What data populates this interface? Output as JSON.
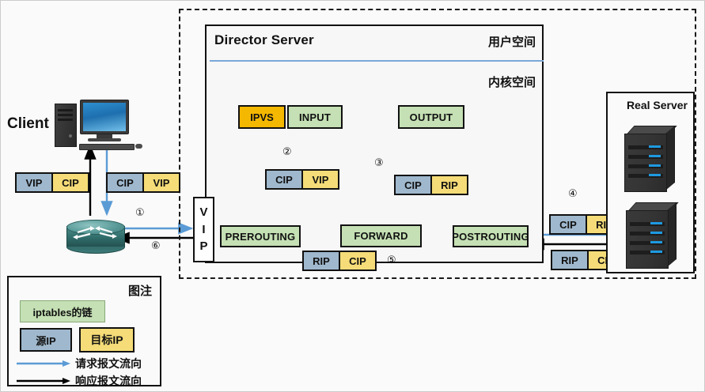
{
  "diagram": {
    "title_director": "Director Server",
    "label_user_space": "用户空间",
    "label_kernel_space": "内核空间",
    "label_client": "Client",
    "label_real_server": "Real Server",
    "chains": {
      "input": "INPUT",
      "output": "OUTPUT",
      "prerouting": "PREROUTING",
      "forward": "FORWARD",
      "postrouting": "POSTROUTING"
    },
    "ipvs": "IPVS",
    "vip_vertical": [
      "V",
      "I",
      "P"
    ],
    "packets": {
      "resp_to_client": {
        "src": "VIP",
        "dst": "CIP"
      },
      "req_from_client": {
        "src": "CIP",
        "dst": "VIP"
      },
      "cip_vip": {
        "src": "CIP",
        "dst": "VIP"
      },
      "cip_rip": {
        "src": "CIP",
        "dst": "RIP"
      },
      "rip_cip_mid": {
        "src": "RIP",
        "dst": "CIP"
      },
      "cip_rip_rs": {
        "src": "CIP",
        "dst": "RIP"
      },
      "rip_cip_rs": {
        "src": "RIP",
        "dst": "CIP"
      }
    },
    "steps": {
      "s1": "①",
      "s2": "②",
      "s3": "③",
      "s4": "④",
      "s5": "⑤",
      "s6": "⑥"
    }
  },
  "legend": {
    "title": "图注",
    "chain_label": "iptables的链",
    "src_ip_label": "源IP",
    "dst_ip_label": "目标IP",
    "request_flow_label": "请求报文流向",
    "response_flow_label": "响应报文流向"
  },
  "colors": {
    "chain_green": "#c5e0b4",
    "ipvs_gold": "#f5b800",
    "src_blue_gray": "#9fb8cd",
    "dst_yellow": "#f5dc78",
    "request_arrow_blue": "#5b9bd5",
    "response_arrow_black": "#000000",
    "divider_blue": "#7aa8d7",
    "outline_black": "#111111"
  }
}
